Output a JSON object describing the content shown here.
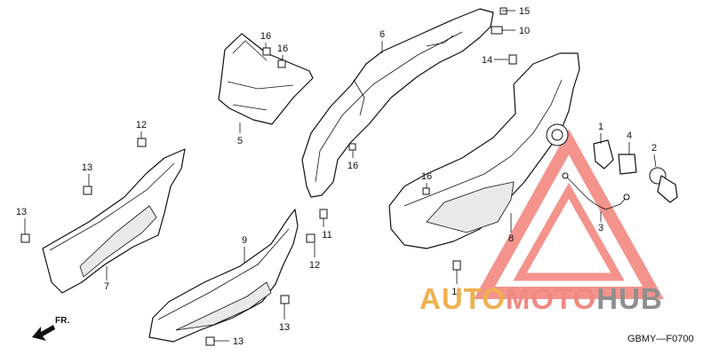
{
  "diagram": {
    "code": "GBMY—F0700",
    "direction_label": "FR.",
    "parts": [
      {
        "id": "p1",
        "label": "1"
      },
      {
        "id": "p2",
        "label": "2"
      },
      {
        "id": "p3",
        "label": "3"
      },
      {
        "id": "p4",
        "label": "4"
      },
      {
        "id": "p5",
        "label": "5"
      },
      {
        "id": "p6",
        "label": "6"
      },
      {
        "id": "p7",
        "label": "7"
      },
      {
        "id": "p8",
        "label": "8"
      },
      {
        "id": "p9",
        "label": "9"
      },
      {
        "id": "p10",
        "label": "10"
      },
      {
        "id": "p11a",
        "label": "11"
      },
      {
        "id": "p11b",
        "label": "11"
      },
      {
        "id": "p12a",
        "label": "12"
      },
      {
        "id": "p12b",
        "label": "12"
      },
      {
        "id": "p13a",
        "label": "13"
      },
      {
        "id": "p13b",
        "label": "13"
      },
      {
        "id": "p13c",
        "label": "13"
      },
      {
        "id": "p13d",
        "label": "13"
      },
      {
        "id": "p14",
        "label": "14"
      },
      {
        "id": "p15",
        "label": "15"
      },
      {
        "id": "p16a",
        "label": "16"
      },
      {
        "id": "p16b",
        "label": "16"
      },
      {
        "id": "p16c",
        "label": "16"
      },
      {
        "id": "p16d",
        "label": "16"
      }
    ]
  },
  "watermark": {
    "part1": "AUTO",
    "part2": "MOTO",
    "part3": "HUB",
    "color_part1": "#f0b050",
    "color_part2": "#ef8a82",
    "color_part3": "#8f8f8f",
    "triangle_color": "#ef6f66"
  }
}
